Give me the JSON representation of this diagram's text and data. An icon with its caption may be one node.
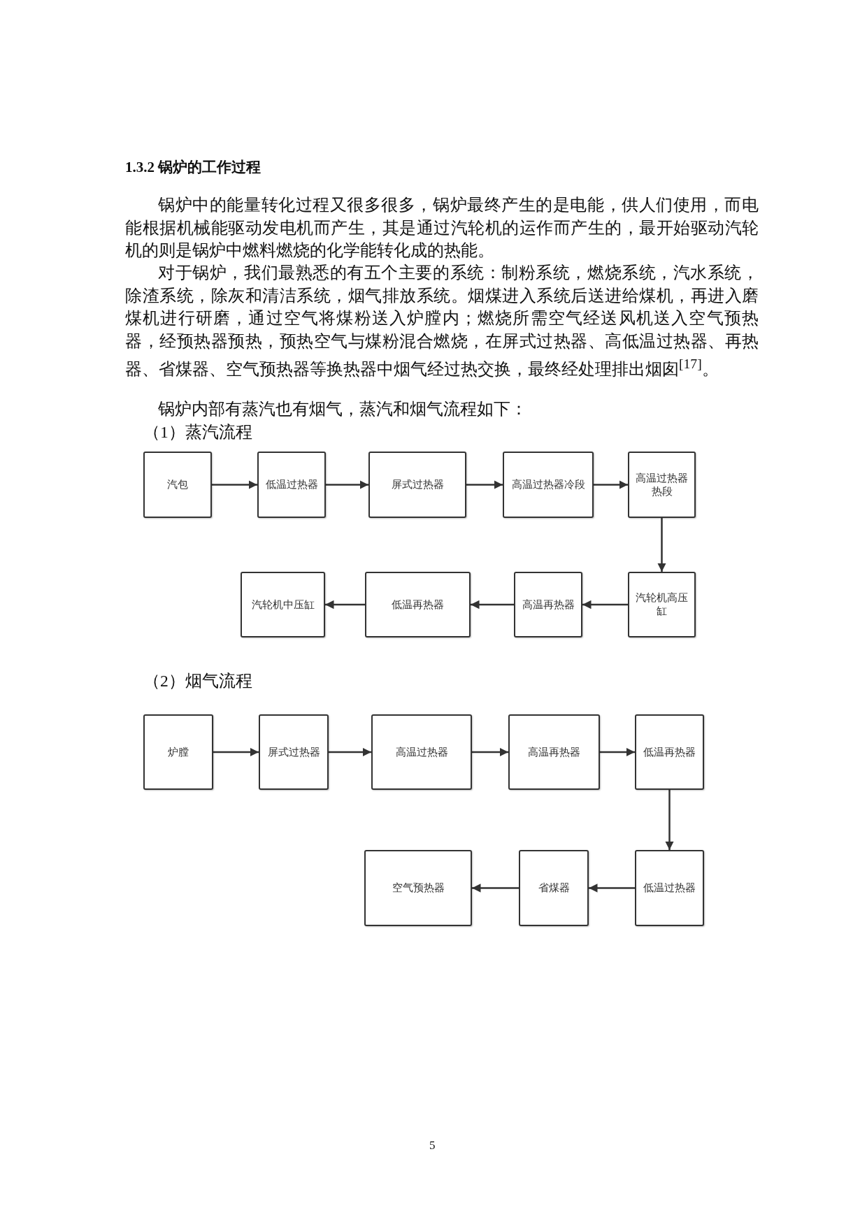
{
  "diagram": {
    "title": "1.3.2 锅炉的工作过程",
    "nodes": [
      {
        "text": [
          "汽包"
        ]
      },
      {
        "text": [
          "低温过热器"
        ]
      },
      {
        "text": [
          "屏式过热器"
        ]
      },
      {
        "text": [
          "高温过热器冷段"
        ]
      },
      {
        "text": [
          "高温过热器热段"
        ]
      },
      {
        "text": [
          "汽轮机中压缸"
        ]
      },
      {
        "text": [
          "低温再热器"
        ]
      },
      {
        "text": [
          "高温再热器"
        ]
      },
      {
        "text": [
          "汽轮机高压缸"
        ]
      },
      {
        "text": [
          "炉膛"
        ]
      },
      {
        "text": [
          "屏式过热器"
        ]
      },
      {
        "text": [
          "高温过热器"
        ]
      },
      {
        "text": [
          "高温再热器"
        ]
      },
      {
        "text": [
          "低温再热器"
        ]
      },
      {
        "text": [
          "空气预热器"
        ]
      },
      {
        "text": [
          "省煤器"
        ]
      },
      {
        "text": [
          "低温过热器"
        ]
      }
    ],
    "edges": [
      {
        "from": 0,
        "to": 1,
        "arrow": "to"
      },
      {
        "from": 1,
        "to": 2,
        "arrow": "to"
      },
      {
        "from": 2,
        "to": 3,
        "arrow": "to"
      },
      {
        "from": 3,
        "to": 4,
        "arrow": "to"
      },
      {
        "from": 4,
        "to": 8,
        "arrow": "to"
      },
      {
        "from": 8,
        "to": 7,
        "arrow": "to"
      },
      {
        "from": 7,
        "to": 6,
        "arrow": "to"
      },
      {
        "from": 6,
        "to": 5,
        "arrow": "to"
      },
      {
        "from": 9,
        "to": 10,
        "arrow": "to"
      },
      {
        "from": 10,
        "to": 11,
        "arrow": "to"
      },
      {
        "from": 11,
        "to": 12,
        "arrow": "to"
      },
      {
        "from": 12,
        "to": 13,
        "arrow": "to"
      },
      {
        "from": 13,
        "to": 16,
        "arrow": "to"
      },
      {
        "from": 16,
        "to": 15,
        "arrow": "to"
      },
      {
        "from": 15,
        "to": 14,
        "arrow": "to"
      }
    ],
    "labels": [
      "锅炉中的能量转化过程又很多很多，锅炉最终产生的是电能，供人们使用，而电能根据机械能驱动发电机而产生，其是通过汽轮机的运作而产生的，最开始驱动汽轮机的则是锅炉中燃料燃烧的化学能转化成的热能。",
      "对于锅炉，我们最熟悉的有五个主要的系统：制粉系统，燃烧系统，汽水系统，除渣系统，除灰和清洁系统，烟气排放系统。烟煤进入系统后送进给煤机，再进入磨煤机进行研磨，通过空气将煤粉送入炉膛内；燃烧所需空气经送风机送入空气预热器，经预热器预热，预热空气与煤粉混合燃烧，在屏式过热器、高低温过热器、再热器、省煤器、空气预热器等换热器中烟气经过热交换，最终经处理排出烟囱$^{[17]}$。",
      "锅炉内部有蒸汽也有烟气，蒸汽和烟气流程如下：",
      "（1）蒸汽流程",
      "（2）烟气流程",
      "5"
    ]
  }
}
